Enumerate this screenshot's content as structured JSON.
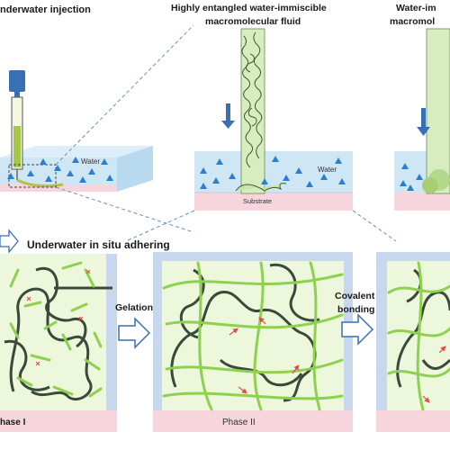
{
  "labels": {
    "injection": "nderwater injection",
    "fluid_line1": "Highly entangled water-immiscible",
    "fluid_line2": "macromolecular fluid",
    "right_line1": "Water-im",
    "right_line2": "macromol",
    "water_left": "Water",
    "water_mid": "Water",
    "substrate": "Substrate",
    "adhering": "Underwater in situ adhering",
    "gelation": "Gelation",
    "covalent_line1": "Covalent",
    "covalent_line2": "bonding",
    "phase1": "hase I",
    "phase2": "Phase II"
  },
  "colors": {
    "water": "#cfe6f5",
    "substrate": "#f6d6dc",
    "gel_frame": "#c7d8ee",
    "gel_fill": "#ecf7dc",
    "polymer_dark": "#3a4a3a",
    "polymer_green": "#8fd14f",
    "syringe_blue": "#3a6fb5",
    "triangle_blue": "#2b7fd0"
  }
}
